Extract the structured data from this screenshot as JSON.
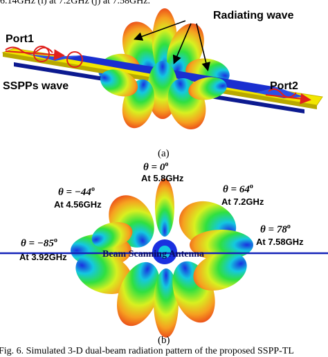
{
  "figure": {
    "top_caption": "6.14GHz (i) at 7.2GHz (j) at 7.58GHz.",
    "bottom_caption": "Fig. 6. Simulated 3-D dual-beam radiation pattern of the proposed SSPP-TL",
    "panel_a_label": "(a)",
    "panel_b_label": "(b)"
  },
  "panel_a": {
    "radiating_wave_label": "Radiating wave",
    "port1_label": "Port1",
    "port2_label": "Port2",
    "sspp_wave_label": "SSPPs wave"
  },
  "panel_b": {
    "beams": [
      {
        "theta": "θ = 0",
        "freq": "At 5.8GHz"
      },
      {
        "theta": "θ = −44",
        "freq": "At 4.56GHz"
      },
      {
        "theta": "θ = 64",
        "freq": "At 7.2GHz"
      },
      {
        "theta": "θ = 78",
        "freq": "At 7.58GHz"
      },
      {
        "theta": "θ = −85",
        "freq": "At 3.92GHz"
      }
    ],
    "center_label": "Beam Scanning Antenna"
  },
  "colors": {
    "substrate_yellow": "#f2e600",
    "strip_blue": "#1a2fd0",
    "arrow_red": "#e0201c",
    "axis_blue": "#1422b8"
  }
}
